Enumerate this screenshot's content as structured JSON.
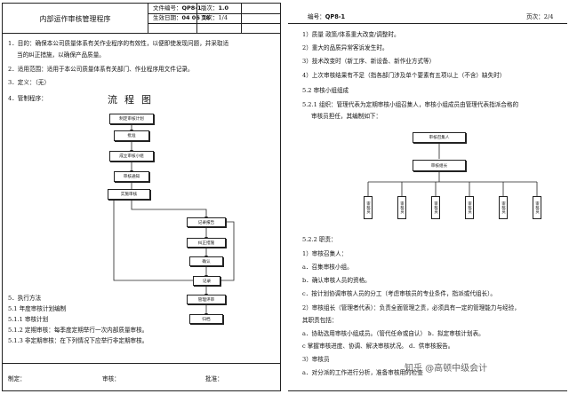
{
  "left": {
    "header": {
      "title": "内部运作审核管理程序",
      "doc_no_label": "文件编号：",
      "doc_no_value": "QP8-1",
      "version_label": "版次：",
      "version_value": "1.0",
      "date_label": "生效日期：",
      "date_value": "04 06 18",
      "page_label": "页次：",
      "page_value": "1/4"
    },
    "body": {
      "p1_a": "1．目的：确保本公司质量体系有关作业程序的有效性，以便即使发现问题，并采取适",
      "p1_b": "当的纠正措施，以确保产品质量。",
      "p2": "2．适用范围：适用于本公司质量体系有关部门、作业程序用文件记录。",
      "p3": "3．定义：（无）",
      "p4": "4．管制程序：",
      "flow_title": "流程图",
      "p5": "5．执行方法",
      "p51": "5.1 年度审核计划编制",
      "p511": "5.1.1 审核计划",
      "p512": "5.1.2 定期审核：每季度定期举行一次内部质量审核。",
      "p513": "5.1.3 非定期审核：在下列情况下应举行非定期审核。"
    },
    "flow": {
      "b1": "制定审核计划",
      "b2": "批准",
      "b3": "成立审核小组",
      "b4": "审核通知",
      "b5": "实施审核",
      "b6": "记录报告",
      "b7": "纠正措施",
      "b8": "确认",
      "b9": "记录",
      "b10": "管理评审",
      "b11": "归档"
    },
    "footer": {
      "made": "制定：",
      "review": "审核：",
      "approve": "批准："
    }
  },
  "right": {
    "header": {
      "code_label": "编号：",
      "code_value": "QP8-1",
      "page_label": "页次：",
      "page_value": "2/4"
    },
    "lines": {
      "l1": "1）质量 政策/体系重大改变/调整时。",
      "l2": "2）重大的品质异常客诉发生时。",
      "l3": "3）技术改变时（新工序、新设备、新作业方式等）",
      "l4": "4）上次审核结果有不足（指各部门涉及单个要素有五项以上（不含）缺失时）",
      "l52": "5.2 审核小组组成",
      "l521_a": "5.2.1 组织：管理代表为定期审核小组召集人，审核小组成员由管理代表指派合格的",
      "l521_b": "审核员担任，其编制如下：",
      "l522": "5.2.2 职责：",
      "r1": "1）审核召集人：",
      "ra": "a．召集审核小组。",
      "rb": "b．确认审核人员的资格。",
      "rc": "c．按计划协调审核人员的分工（考虑审核员的专业条件，指派或代组长）。",
      "r2_a": "2）审核组长（管理者代表）：负责全面管理之责，必须具有一定的管理能力与经验，",
      "r2_b": "其职责包括：",
      "r2a": "a．协助选用审核小组成员。（管代任命或自认）   b．拟定审核计划表。",
      "r2c": "c  掌握审核进度、协调、解决审核状况。        d．供审核报告。",
      "r3": "3）审核员",
      "r3a": "a．对分派的工作进行分析，准备审核用的检查"
    },
    "org": {
      "top": "审核召集人",
      "mid": "审核组长",
      "member": "审核员"
    }
  },
  "watermark": "知乎 @高顿中级会计"
}
